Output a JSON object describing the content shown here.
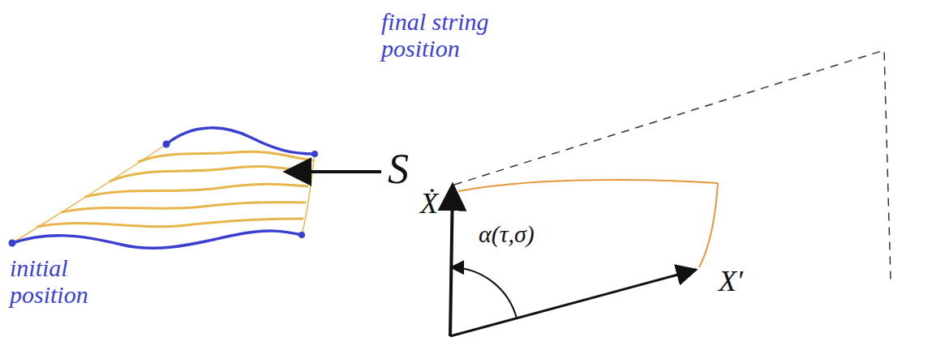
{
  "diagram": {
    "labels": [
      "final string position",
      "S",
      "initial position",
      "Ẋ",
      "α(τ,σ)",
      "X′"
    ]
  }
}
